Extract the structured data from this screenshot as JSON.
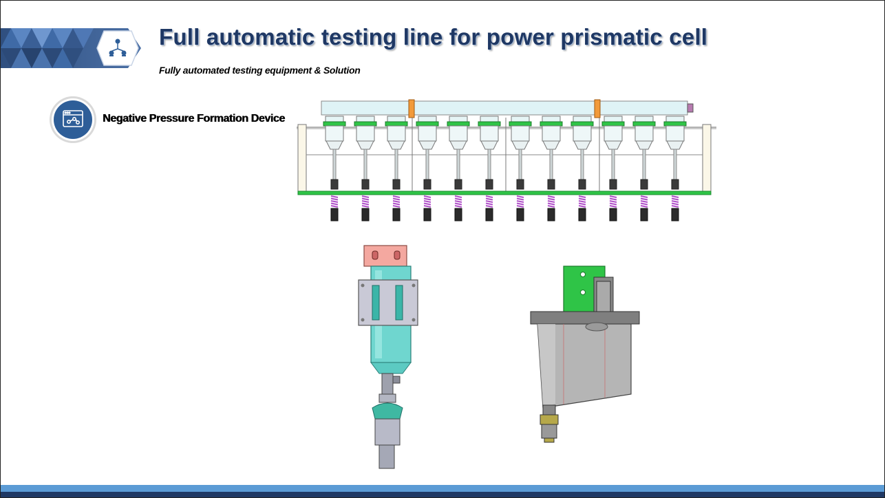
{
  "slide": {
    "title": "Full automatic testing line for power prismatic cell",
    "subtitle": "Fully automated testing equipment & Solution",
    "section_label": "Negative Pressure Formation Device",
    "header_icon": "network-icon",
    "section_icon": "app-window-icon"
  },
  "colors": {
    "title": "#1f3864",
    "header_dark": "#2f4f7f",
    "header_light": "#5a7fb0",
    "badge_fill": "#2e5e98",
    "footer_dark": "#1f3864",
    "footer_light": "#5b9bd5",
    "machine_cyan": "#6fd6cf",
    "machine_green": "#2fc447",
    "spring_purple": "#b04fc8"
  },
  "figures": {
    "manifold_nozzle_count": 12
  }
}
